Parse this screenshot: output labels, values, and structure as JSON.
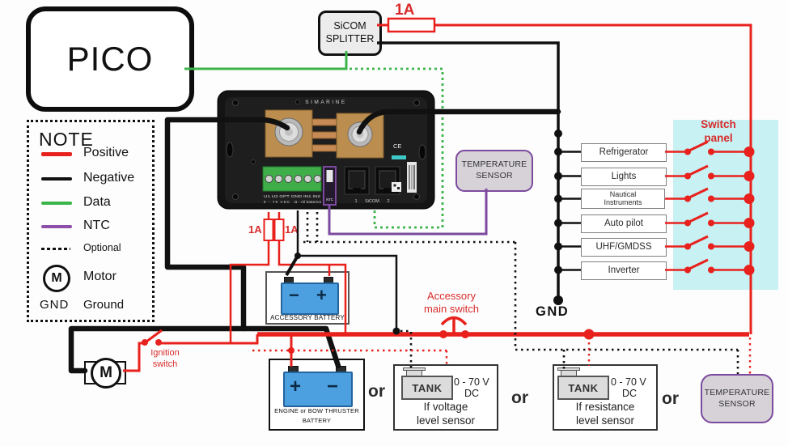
{
  "colors": {
    "positive": "#e8211d",
    "negative": "#111111",
    "data": "#3bb54a",
    "ntc": "#7c4a9e",
    "panel_bg": "#c7f1f3"
  },
  "pico": {
    "label": "PICO"
  },
  "note": {
    "title": "NOTE",
    "items": [
      {
        "key": "positive",
        "label": "Positive"
      },
      {
        "key": "negative",
        "label": "Negative"
      },
      {
        "key": "data",
        "label": "Data"
      },
      {
        "key": "ntc",
        "label": "NTC"
      },
      {
        "key": "optional",
        "label": "Optional"
      }
    ],
    "motor": {
      "icon": "M",
      "label": "Motor"
    },
    "ground": {
      "abbr": "GND",
      "label": "Ground"
    }
  },
  "splitter": {
    "line1": "SiCOM",
    "line2": "SPLITTER"
  },
  "fuses": {
    "top": "1A",
    "shunt_left": "1A",
    "shunt_right": "1A"
  },
  "device": {
    "brand": "SIMARINE",
    "terminals_row1": "U1 U2 GPT GND IN1 IN2",
    "terminals_vdc": "0 - 70 VDC",
    "terminals_ohm": "Ω - All batteries",
    "ntc_label": "NTC",
    "sicom_port1": "1",
    "sicom": "SiCOM",
    "sicom_port2": "2",
    "ce": "CE"
  },
  "temp_sensor_mid": {
    "line1": "TEMPERATURE",
    "line2": "SENSOR"
  },
  "switch_panel": {
    "title_line1": "Switch",
    "title_line2": "panel",
    "devices": [
      "Refrigerator",
      "Lights",
      "Nautical Instruments",
      "Auto pilot",
      "UHF/GMDSS",
      "Inverter"
    ]
  },
  "gnd_label": "GND",
  "accessory_battery": {
    "minus": "−",
    "plus": "+",
    "label": "ACCESSORY BATTERY"
  },
  "engine_battery": {
    "plus": "+",
    "minus": "−",
    "label_line1": "ENGINE or BOW THRUSTER",
    "label_line2": "BATTERY"
  },
  "motor_unit": {
    "letter": "M"
  },
  "ignition_switch": {
    "line1": "Ignition",
    "line2": "switch"
  },
  "accessory_main_switch": {
    "line1": "Accessory",
    "line2": "main switch"
  },
  "tank_voltage": {
    "tank": "TANK",
    "range": "0 - 70 V",
    "dc": "DC",
    "caption_line1": "If voltage",
    "caption_line2": "level sensor"
  },
  "tank_resistance": {
    "tank": "TANK",
    "range": "0 - 70 V",
    "dc": "DC",
    "caption_line1": "If resistance",
    "caption_line2": "level sensor"
  },
  "temp_sensor_bottom": {
    "line1": "TEMPERATURE",
    "line2": "SENSOR"
  },
  "or_labels": [
    "or",
    "or",
    "or"
  ]
}
